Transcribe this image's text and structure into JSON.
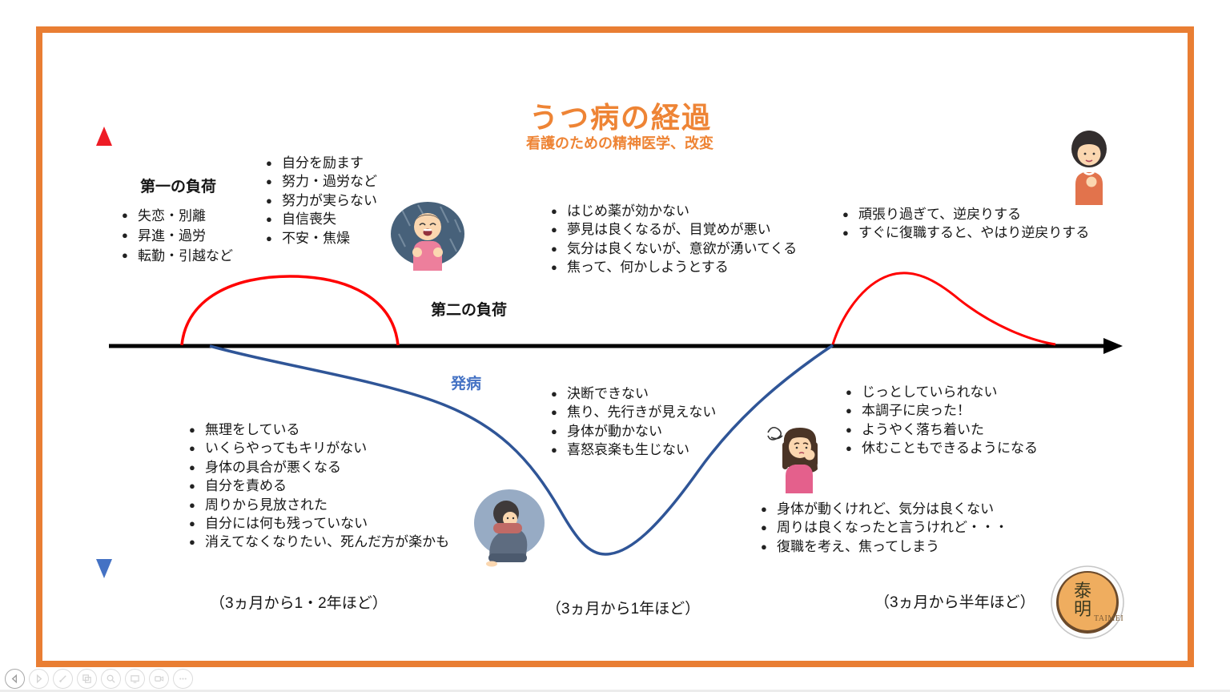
{
  "slide": {
    "title": "うつ病の経過",
    "subtitle": "看護のための精神医学、改変",
    "accent_color": "#E97E33",
    "title_color": "#EE8435"
  },
  "labels": {
    "first_load_heading": "第一の負荷",
    "second_load_heading": "第二の負荷",
    "onset_label": "発病",
    "onset_color": "#4472C4"
  },
  "lists": {
    "first_load_causes": [
      "失恋・別離",
      "昇進・過労",
      "転勤・引越など"
    ],
    "early_strain": [
      "自分を励ます",
      "努力・過労など",
      "努力が実らない",
      "自信喪失",
      "不安・焦燥"
    ],
    "treatment_start": [
      "はじめ薬が効かない",
      "夢見は良くなるが、目覚めが悪い",
      "気分は良くないが、意欲が湧いてくる",
      "焦って、何かしようとする"
    ],
    "relapse_risk": [
      "頑張り過ぎて、逆戻りする",
      "すぐに復職すると、やはり逆戻りする"
    ],
    "depressive_state": [
      "無理をしている",
      "いくらやってもキリがない",
      "身体の具合が悪くなる",
      "自分を責める",
      "周りから見放された",
      "自分には何も残っていない",
      "消えてなくなりたい、死んだ方が楽かも"
    ],
    "bottom_phase": [
      "決断できない",
      "焦り、先行きが見えない",
      "身体が動かない",
      "喜怒哀楽も生じない"
    ],
    "recovery_phase": [
      "じっとしていられない",
      "本調子に戻った！",
      "ようやく落ち着いた",
      "休むこともできるようになる"
    ],
    "return_to_work": [
      "身体が動くけれど、気分は良くない",
      "周りは良くなったと言うけれど・・・",
      "復職を考え、焦ってしまう"
    ]
  },
  "durations": {
    "phase1": "（3ヵ月から1・2年ほど）",
    "phase2": "（3ヵ月から1年ほど）",
    "phase3": "（3ヵ月から半年ほど）"
  },
  "curves": {
    "axis_color": "#000000",
    "first_load_curve_color": "#FF0000",
    "mood_curve_color": "#2F5597",
    "relapse_curve_color": "#FF0000",
    "vertical_arrow_gradient": [
      "#EE1C25",
      "#9A7596",
      "#4472C4"
    ]
  },
  "illustrations": {
    "rain": "woman-forcing-smile-in-rain-illustration",
    "curled": "person-hugging-knees-depressed-illustration",
    "worried": "woman-hand-on-cheek-worried-illustration",
    "relieved": "woman-hand-on-chest-relieved-illustration"
  },
  "logo": {
    "kanji_top": "泰",
    "kanji_bottom": "明",
    "romaji": "TAIMEI"
  },
  "toolbar": {
    "icons": [
      "previous-slide",
      "next-slide",
      "pen",
      "all-slides",
      "zoom",
      "display",
      "camera",
      "more"
    ]
  }
}
